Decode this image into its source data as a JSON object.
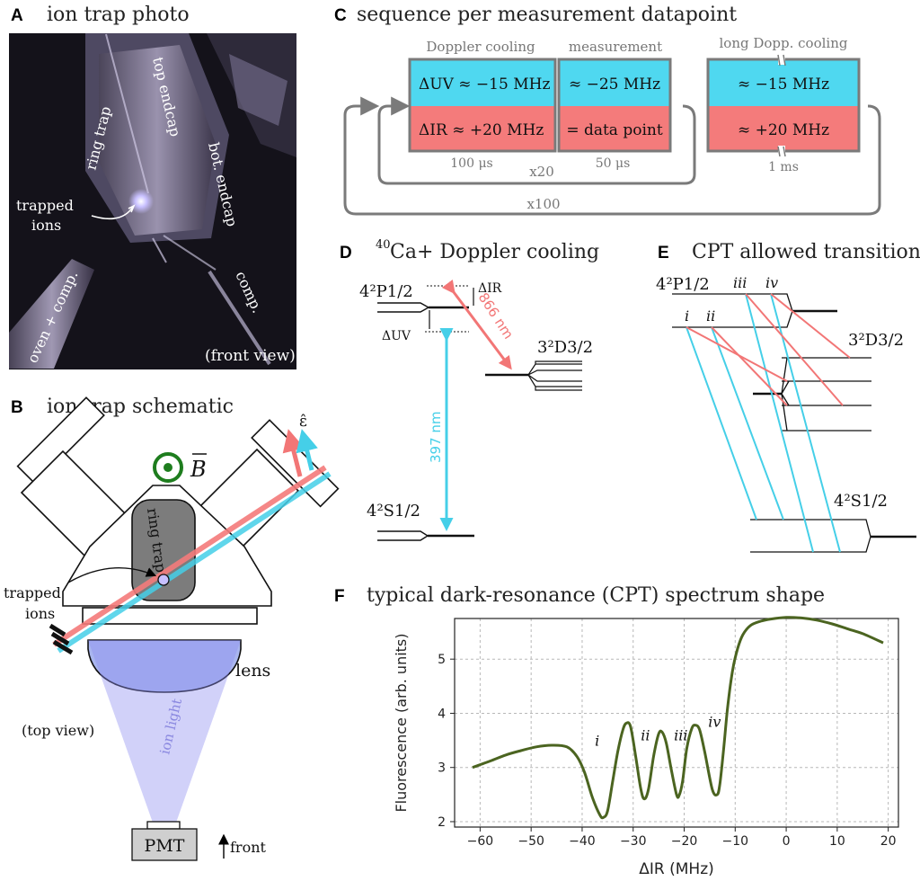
{
  "panels": {
    "A": {
      "label": "A",
      "title": "ion trap photo",
      "annotations": {
        "top_endcap": "top endcap",
        "ring_trap": "ring trap",
        "bot_endcap": "bot. endcap",
        "trapped": "trapped",
        "ions": "ions",
        "oven": "oven + comp.",
        "comp": "comp.",
        "view": "(front view)"
      }
    },
    "B": {
      "label": "B",
      "title": "ion trap schematic",
      "annotations": {
        "field": "B",
        "polarization": "ε̂",
        "ring_trap": "ring trap",
        "trapped": "trapped",
        "ions": "ions",
        "lens": "lens",
        "view": "(top view)",
        "ion_light": "ion light",
        "pmt": "PMT",
        "front": "front"
      }
    },
    "C": {
      "label": "C",
      "title": "sequence per measurement datapoint",
      "headers": {
        "doppler": "Doppler cooling",
        "measurement": "measurement",
        "long": "long Dopp. cooling"
      },
      "rows": {
        "uv_label": "ΔUV ≈ −15 MHz",
        "uv_measure": "≈ −25 MHz",
        "uv_long": "≈ −15 MHz",
        "ir_label": "ΔIR ≈ +20 MHz",
        "ir_measure": "= data point",
        "ir_long": "≈ +20 MHz"
      },
      "durations": {
        "doppler": "100 μs",
        "measurement": "50 μs",
        "long": "1 ms"
      },
      "loops": {
        "inner": "x20",
        "outer": "x100"
      },
      "colors": {
        "uv": "#4fd8f0",
        "ir": "#f47b7b",
        "frame": "#7a7a7a"
      }
    },
    "D": {
      "label": "D",
      "title_sup": "40",
      "title": "Ca+ Doppler cooling",
      "levels": {
        "p": "4²P1/2",
        "d": "3²D3/2",
        "s": "4²S1/2"
      },
      "detunings": {
        "ir": "ΔIR",
        "uv": "ΔUV"
      },
      "transitions": {
        "ir": "866 nm",
        "uv": "397 nm"
      },
      "colors": {
        "uv": "#45cfe8",
        "ir": "#f27676"
      }
    },
    "E": {
      "label": "E",
      "title": "CPT allowed transitions",
      "levels": {
        "p": "4²P1/2",
        "d": "3²D3/2",
        "s": "4²S1/2"
      },
      "markers": [
        "i",
        "ii",
        "iii",
        "iv"
      ]
    },
    "F": {
      "label": "F",
      "title": "typical dark-resonance (CPT) spectrum shape"
    }
  },
  "chart_data": {
    "type": "line",
    "title": "typical dark-resonance (CPT) spectrum shape",
    "xlabel": "ΔIR (MHz)",
    "ylabel": "Fluorescence (arb. units)",
    "xlim": [
      -65,
      22
    ],
    "ylim": [
      1.9,
      5.75
    ],
    "xticks": [
      -60,
      -50,
      -40,
      -30,
      -20,
      -10,
      0,
      10,
      20
    ],
    "yticks": [
      2,
      3,
      4,
      5
    ],
    "grid": true,
    "series": [
      {
        "color": "#4b6420",
        "x": [
          -61.5,
          -58,
          -55,
          -52,
          -49,
          -46,
          -43,
          -41,
          -39.5,
          -38,
          -36.5,
          -35.8,
          -35,
          -34,
          -33,
          -32,
          -31.3,
          -30.5,
          -29.5,
          -28.5,
          -27.8,
          -27,
          -26,
          -25,
          -24.3,
          -23.5,
          -22.5,
          -21.5,
          -21,
          -20.3,
          -19.5,
          -18.5,
          -17.8,
          -17,
          -16,
          -14.5,
          -13.5,
          -13,
          -12.3,
          -11.5,
          -10.5,
          -9.5,
          -8.5,
          -7,
          -5,
          -3,
          0,
          3,
          6,
          9,
          12,
          15,
          19
        ],
        "y": [
          3.0,
          3.12,
          3.23,
          3.31,
          3.38,
          3.41,
          3.38,
          3.2,
          2.9,
          2.45,
          2.12,
          2.08,
          2.2,
          2.75,
          3.3,
          3.7,
          3.82,
          3.75,
          3.2,
          2.6,
          2.42,
          2.6,
          3.2,
          3.62,
          3.65,
          3.45,
          2.95,
          2.5,
          2.48,
          2.75,
          3.35,
          3.72,
          3.78,
          3.7,
          3.3,
          2.6,
          2.5,
          2.7,
          3.3,
          4.1,
          4.8,
          5.2,
          5.45,
          5.62,
          5.7,
          5.74,
          5.77,
          5.76,
          5.72,
          5.65,
          5.56,
          5.47,
          5.3
        ]
      }
    ],
    "annotations": [
      {
        "text": "i",
        "x": -37.5,
        "y": 3.4
      },
      {
        "text": "ii",
        "x": -28.5,
        "y": 3.5
      },
      {
        "text": "iii",
        "x": -22,
        "y": 3.5
      },
      {
        "text": "iv",
        "x": -15.3,
        "y": 3.75
      }
    ]
  }
}
